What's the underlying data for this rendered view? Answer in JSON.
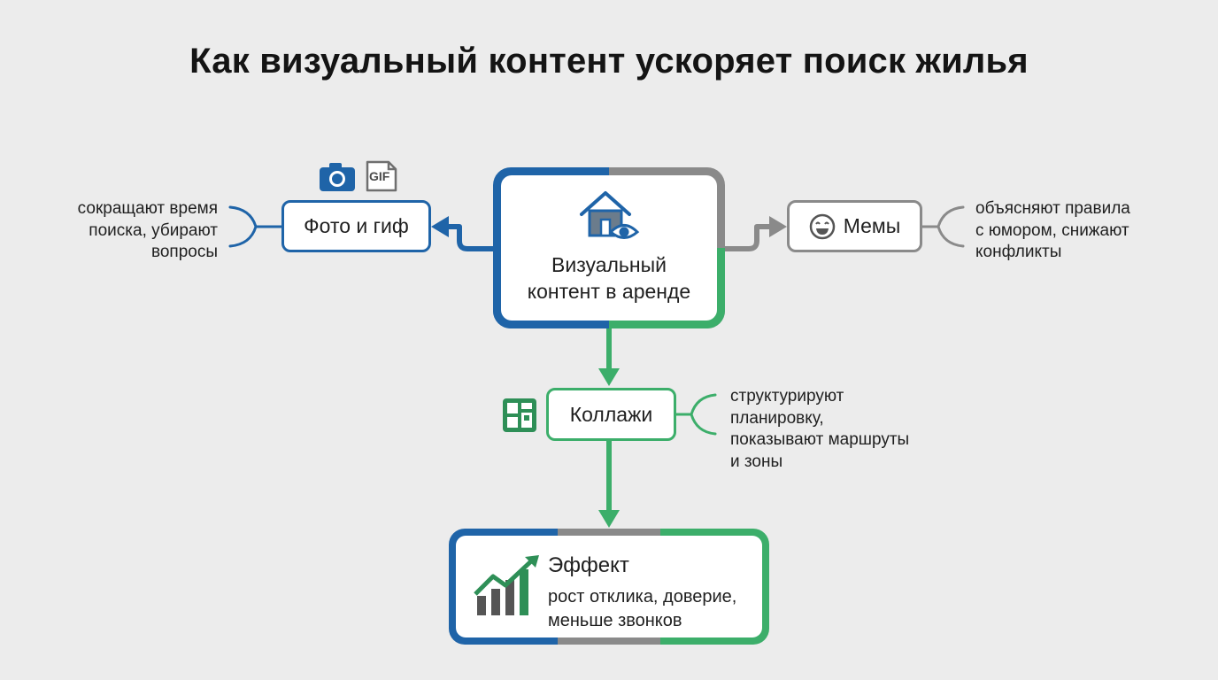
{
  "title": "Как визуальный контент ускоряет поиск жилья",
  "central": {
    "line1": "Визуальный",
    "line2": "контент в аренде",
    "icon": "house-eye-icon"
  },
  "photo": {
    "label": "Фото и гиф",
    "gif_icon_text": "GIF",
    "note": [
      "сокращают время",
      "поиска, убирают",
      "вопросы"
    ]
  },
  "memes": {
    "label": "Мемы",
    "note": [
      "объясняют правила",
      "с юмором, снижают",
      "конфликты"
    ]
  },
  "collages": {
    "label": "Коллажи",
    "note": [
      "структурируют",
      "планировку,",
      "показывают маршруты",
      "и зоны"
    ]
  },
  "effect": {
    "title": "Эффект",
    "desc": [
      "рост отклика, доверие,",
      "меньше звонков"
    ]
  },
  "colors": {
    "blue": "#1f64a8",
    "gray": "#8a8a8a",
    "green": "#3cae6a"
  }
}
